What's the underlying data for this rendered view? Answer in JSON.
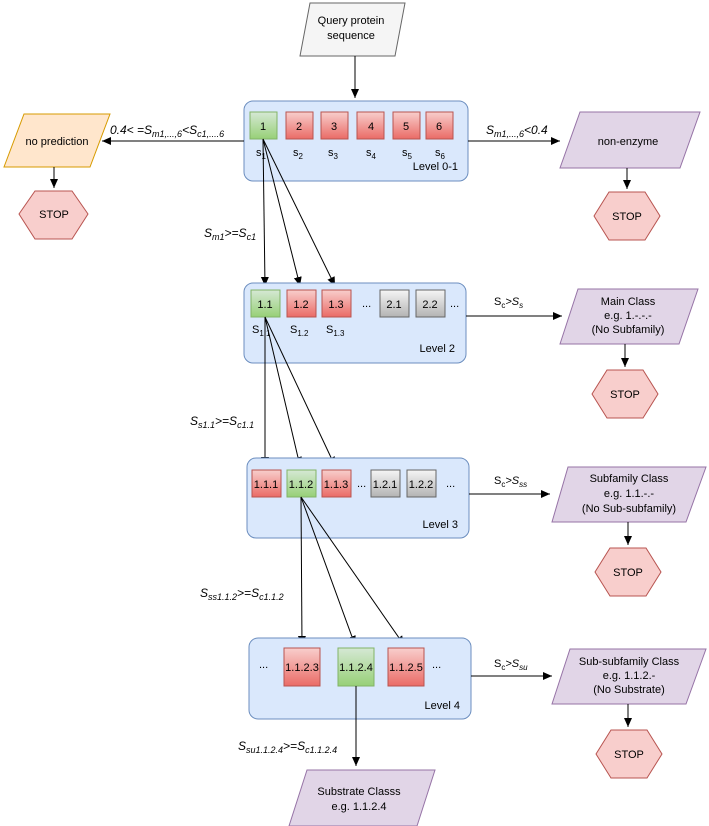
{
  "query": {
    "line1": "Query protein",
    "line2": "sequence"
  },
  "no_prediction": {
    "label": "no prediction"
  },
  "non_enzyme": {
    "label": "non-enzyme"
  },
  "stop_label": "STOP",
  "levels": {
    "level01": {
      "label": "Level 0-1",
      "boxes": [
        "1",
        "2",
        "3",
        "4",
        "5",
        "6"
      ],
      "scores": [
        {
          "base": "s",
          "sub": "1"
        },
        {
          "base": "s",
          "sub": "2"
        },
        {
          "base": "s",
          "sub": "3"
        },
        {
          "base": "s",
          "sub": "4"
        },
        {
          "base": "s",
          "sub": "5"
        },
        {
          "base": "s",
          "sub": "6"
        }
      ]
    },
    "level2": {
      "label": "Level 2",
      "boxes": [
        "1.1",
        "1.2",
        "1.3",
        "2.1",
        "2.2"
      ],
      "ellipsis": "...",
      "scores": [
        {
          "base": "S",
          "sub": "1.1"
        },
        {
          "base": "S",
          "sub": "1.2"
        },
        {
          "base": "S",
          "sub": "1.3"
        }
      ]
    },
    "level3": {
      "label": "Level 3",
      "boxes": [
        "1.1.1",
        "1.1.2",
        "1.1.3",
        "1.2.1",
        "1.2.2"
      ],
      "ellipsis": "..."
    },
    "level4": {
      "label": "Level 4",
      "boxes": [
        "1.1.2.3",
        "1.1.2.4",
        "1.1.2.5"
      ],
      "ellipsis": "..."
    }
  },
  "conditions": {
    "left_c01": "0.4< =S",
    "left_c01_sub1": "m1,...,6",
    "left_c01_mid": "<S",
    "left_c01_sub2": "c1,....6",
    "right_c01": "S",
    "right_c01_sub": "m1,...,6",
    "right_c01_tail": "<0.4",
    "down1": "S",
    "down1_sub1": "m1",
    "down1_mid": ">=S",
    "down1_sub2": "c1",
    "down2": "S",
    "down2_sub1": "s1.1",
    "down2_mid": ">=S",
    "down2_sub2": "c1.1",
    "down3": "S",
    "down3_sub1": "ss1.1.2",
    "down3_mid": ">=S",
    "down3_sub2": "c1.1.2",
    "down4": "S",
    "down4_sub1": "su1.1.2.4",
    "down4_mid": ">=S",
    "down4_sub2": "c1.1.2.4",
    "r2_a": "S",
    "r2_asub": "c",
    "r2_mid": ">S",
    "r2_bsub": "s",
    "r3_a": "S",
    "r3_asub": "c",
    "r3_mid": ">S",
    "r3_bsub": "ss",
    "r4_a": "S",
    "r4_asub": "c",
    "r4_mid": ">S",
    "r4_bsub": "su"
  },
  "outcomes": {
    "main_class": [
      "Main Class",
      "e.g. 1.-.-.-",
      "(No Subfamily)"
    ],
    "subfamily_class": [
      "Subfamily Class",
      "e.g. 1.1.-.-",
      "(No Sub-subfamily)"
    ],
    "subsubfamily_class": [
      "Sub-subfamily Class",
      "e.g. 1.1.2.-",
      "(No Substrate)"
    ],
    "substrate_class": [
      "Substrate Classs",
      "e.g. 1.1.2.4"
    ]
  },
  "colors": {
    "level_fill": "#dae8fc",
    "red_node": "#f8cecc",
    "green_node": "#d5e8d4",
    "purple_node": "#e1d5e7",
    "stop_node": "#f8cecc",
    "orange_node": "#ffe6cc"
  }
}
